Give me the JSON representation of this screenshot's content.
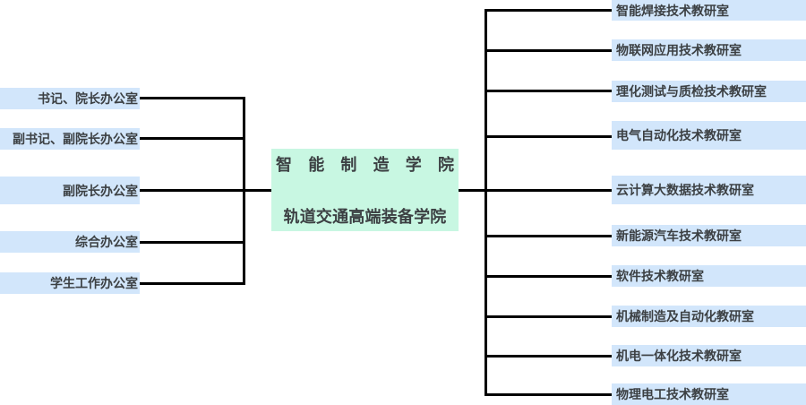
{
  "center": {
    "title_chars": [
      "智",
      "能",
      "制",
      "造",
      "学",
      "院"
    ],
    "title": "智能制造学院",
    "subtitle": "轨道交通高端装备学院",
    "color": "#c8f7e2"
  },
  "left_nodes": [
    {
      "label": "书记、院长办公室"
    },
    {
      "label": "副书记、副院长办公室"
    },
    {
      "label": "副院长办公室"
    },
    {
      "label": "综合办公室"
    },
    {
      "label": "学生工作办公室"
    }
  ],
  "right_nodes": [
    {
      "label": "智能焊接技术教研室"
    },
    {
      "label": "物联网应用技术教研室"
    },
    {
      "label": "理化测试与质检技术教研室"
    },
    {
      "label": "电气自动化技术教研室"
    },
    {
      "label": "云计算大数据技术教研室"
    },
    {
      "label": "新能源汽车技术教研室"
    },
    {
      "label": "软件技术教研室"
    },
    {
      "label": "机械制造及自动化教研室"
    },
    {
      "label": "机电一体化技术教研室"
    },
    {
      "label": "物理电工技术教研室"
    }
  ],
  "colors": {
    "node_fill": "#d2e6fb",
    "center_fill": "#c8f7e2",
    "connector": "#000000",
    "text": "#3c4043"
  }
}
